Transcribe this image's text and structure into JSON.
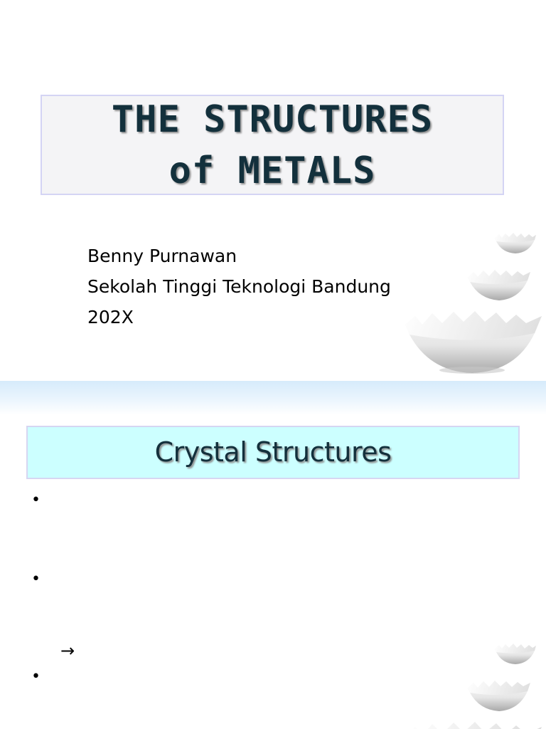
{
  "slide1": {
    "title_line1": "THE STRUCTURES",
    "title_line2": "of METALS",
    "author": "Benny Purnawan",
    "institution": "Sekolah Tinggi Teknologi Bandung",
    "year": "202X",
    "decoration": "broken-porcelain-bowls"
  },
  "slide2": {
    "section_title": "Crystal Structures",
    "bullets": [
      "•",
      "•",
      "•"
    ],
    "arrow": "→",
    "decoration": "broken-porcelain-bowls"
  }
}
